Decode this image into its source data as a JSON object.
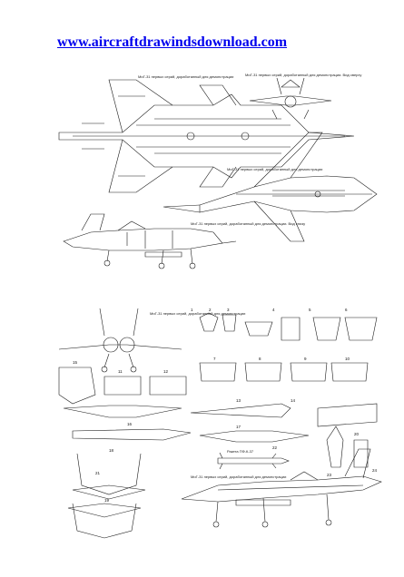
{
  "header": {
    "link_text": "www.aircraftdrawindsdownload.com"
  },
  "drawings": {
    "top_caption_1": "МиГ-31 первых серий, доработанный для демонстрации",
    "top_caption_2": "МиГ-31 первых серий, доработанный для демонстрации. Вид сверху",
    "top_caption_3": "МиГ-31 первых серий, доработанный для демонстрации",
    "top_caption_4": "МиГ-31 первых серий, доработанный для демонстрации. Вид снизу",
    "bottom_caption_1": "МиГ-31 первых серий, доработанный для демонстрации",
    "bottom_caption_2": "МиГ-31 первых серий, доработанный для демонстрации",
    "bottom_missile_label": "Ракета ПФ-К-37",
    "detail_numbers": [
      "1",
      "2",
      "3",
      "4",
      "5",
      "6",
      "7",
      "8",
      "9",
      "10",
      "11",
      "12",
      "13",
      "14",
      "15",
      "16",
      "17",
      "18",
      "19",
      "20",
      "21",
      "22",
      "23",
      "24"
    ]
  },
  "colors": {
    "link": "#0000ee",
    "ink": "#1a1a1a"
  }
}
